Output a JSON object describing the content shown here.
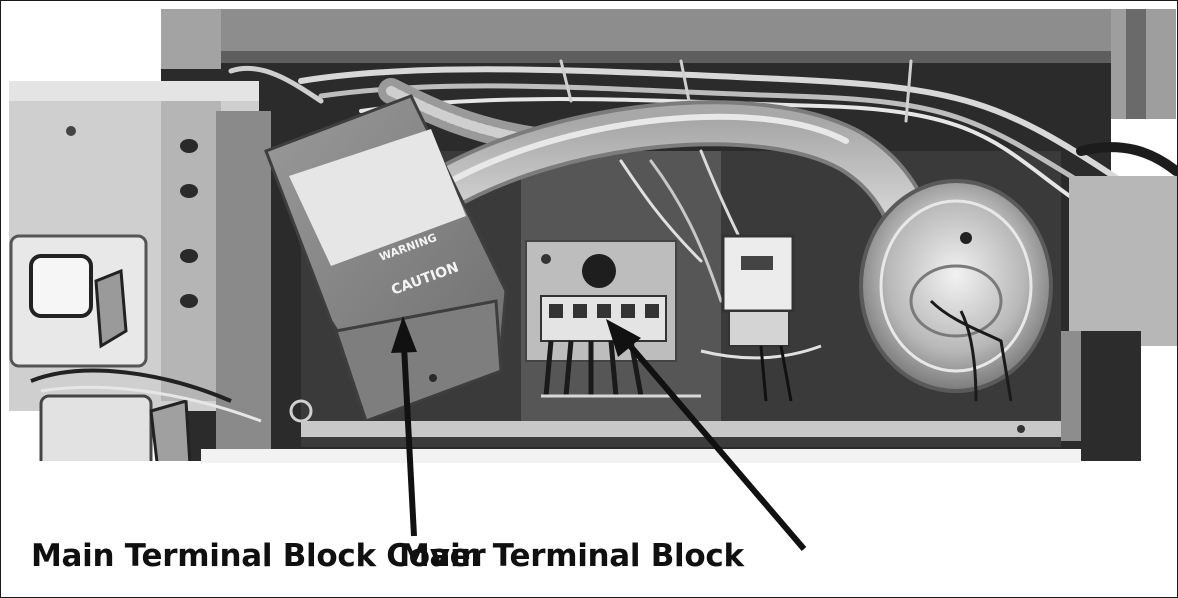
{
  "callouts": {
    "cover_label": "Main Terminal Block Cover",
    "block_label": "Main Terminal Block"
  },
  "transformer_label": {
    "line1": "WARNING",
    "line2": "CAUTION"
  },
  "colors": {
    "background": "#ffffff",
    "arrow": "#111111",
    "text": "#101010"
  }
}
